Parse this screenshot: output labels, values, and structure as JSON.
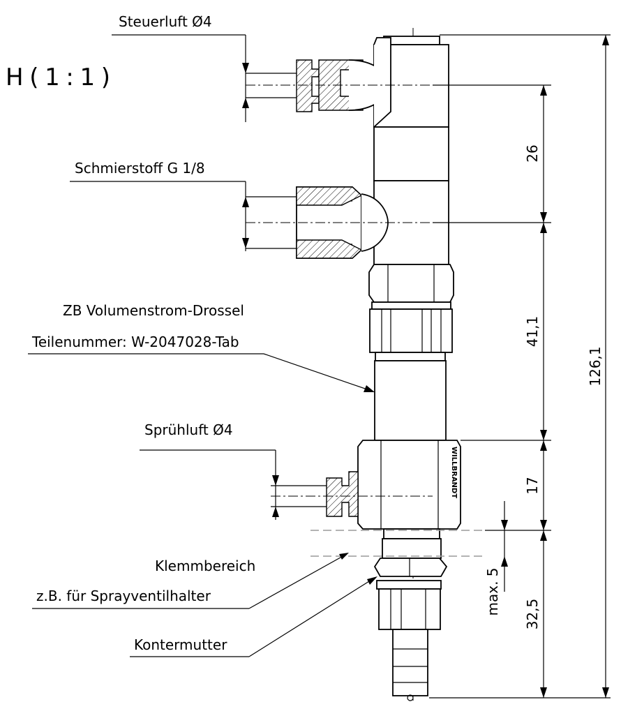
{
  "drawing": {
    "scale_label": "H(1:1)",
    "callouts": {
      "steuerluft": "Steuerluft Ø4",
      "schmierstoff": "Schmierstoff G 1/8",
      "drossel_line1": "ZB Volumenstrom-Drossel",
      "drossel_line2": "Teilenummer: W-2047028-Tab",
      "spruehluft": "Sprühluft Ø4",
      "klemm_line1": "Klemmbereich",
      "klemm_line2": "z.B. für Sprayventilhalter",
      "kontermutter": "Kontermutter"
    },
    "dimensions": {
      "d26": "26",
      "d41": "41,1",
      "d17": "17",
      "d32": "32,5",
      "dmax5": "max. 5",
      "d126": "126,1"
    },
    "brand_mark": "WILLBRANDT"
  }
}
